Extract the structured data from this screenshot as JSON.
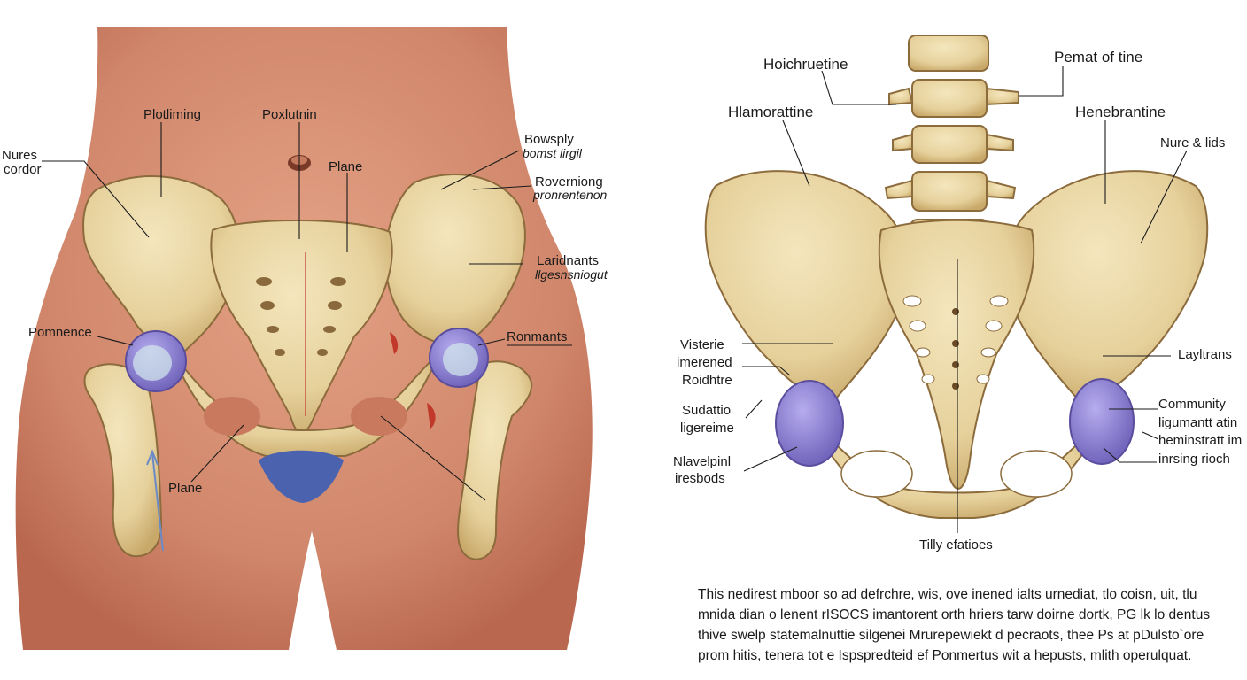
{
  "left_panel": {
    "labels": {
      "nures_cordor": [
        "Nures",
        "cordor"
      ],
      "plotliming": "Plotliming",
      "poxlutnin": "Poxlutnin",
      "plane_top": "Plane",
      "bowsply": [
        "Bowsply",
        "bomst lirgil"
      ],
      "roverniong": [
        "Roverniong",
        "pronrentenon"
      ],
      "laridnants": [
        "Laridnants",
        "llgesnsniogut"
      ],
      "pomnence": "Pomnence",
      "ronmants": "Ronmants",
      "plane_bottom": "Plane"
    }
  },
  "right_panel": {
    "labels": {
      "hoichruetine": "Hoichruetine",
      "pemat": "Pemat of tine",
      "hlamoratine": "Hlamorattine",
      "henebrantine": "Henebrantine",
      "nure_lids": "Nure & lids",
      "visterie": [
        "Visterie",
        "imerened",
        "Roidhtre"
      ],
      "layltrans": "Layltrans",
      "sudattio": [
        "Sudattio",
        "ligereime"
      ],
      "community": [
        "Community",
        "ligumantt atin",
        "heminstratt im",
        "inrsing rioch"
      ],
      "nlavelpinl": [
        "Nlavelpinl",
        "iresbods"
      ],
      "tilly": "Tilly efatioes"
    },
    "caption": [
      "This nedirest mboor so ad defrchre, wis, ove inened ialts urnediat, tlo coisn, uit, tlu",
      "mnida dian o lenent rISOCS imantorent orth hriers tarw doirne dortk, PG lk lo dentus",
      "thive swelp statemalnuttie silgenei  Mrurepewiekt d pecraots, thee Ps at pDulsto`ore",
      "prom hitis, tenera tot e Ispspredteid ef Ponmertus wit a hepusts, mlith operulquat."
    ]
  },
  "colors": {
    "skin": "#d68f72",
    "skin_shadow": "#b46a50",
    "bone": "#e8d6a4",
    "bone_shadow": "#c8a96c",
    "cartilage": "#8a7fd0",
    "pubic_pad": "#4b63ae"
  }
}
